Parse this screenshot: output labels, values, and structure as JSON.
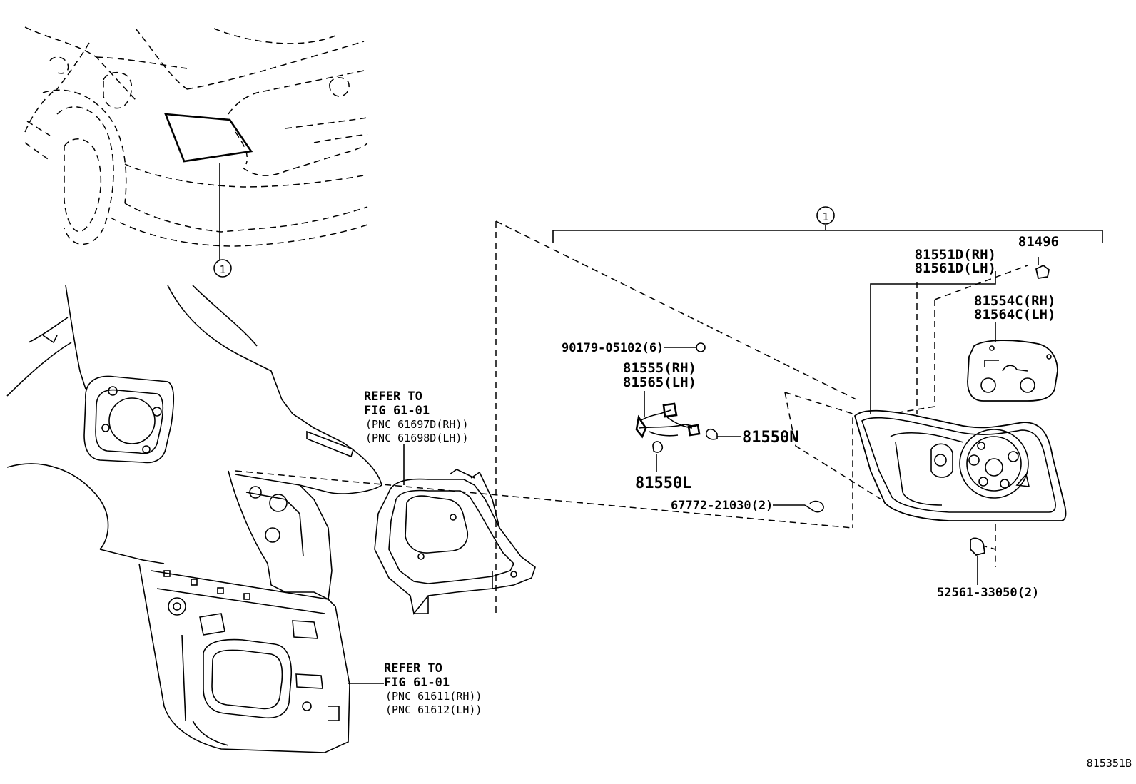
{
  "diagram": {
    "callout": "1",
    "diagram_code": "815351B",
    "parts": {
      "part_81496": "81496",
      "part_81551d": "81551D(RH)",
      "part_81561d": "81561D(LH)",
      "part_81554c": "81554C(RH)",
      "part_81564c": "81564C(LH)",
      "part_90179": "90179-05102(6)",
      "part_81555": "81555(RH)",
      "part_81565": "81565(LH)",
      "part_81550n": "81550N",
      "part_81550l": "81550L",
      "part_67772": "67772-21030(2)",
      "part_52561": "52561-33050(2)"
    },
    "references": [
      {
        "line1": "REFER TO",
        "line2": "FIG 61-01",
        "pnc1": "(PNC 61697D(RH))",
        "pnc2": "(PNC 61698D(LH))"
      },
      {
        "line1": "REFER TO",
        "line2": "FIG 61-01",
        "pnc1": "(PNC 61611(RH))",
        "pnc2": "(PNC 61612(LH))"
      }
    ]
  }
}
